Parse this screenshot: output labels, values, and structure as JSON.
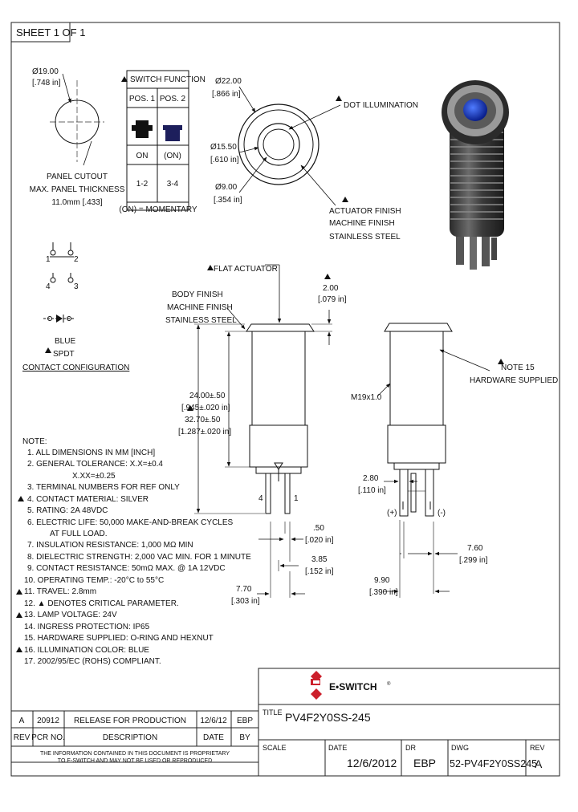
{
  "sheet": {
    "label": "SHEET 1 OF 1"
  },
  "panel_cutout": {
    "dia_mm": "Ø19.00",
    "dia_in": "[.748 in]",
    "title": "PANEL CUTOUT",
    "thickness_label": "MAX. PANEL THICKNESS",
    "thickness_value": "11.0mm [.433]"
  },
  "switch_function": {
    "title": "SWITCH FUNCTION",
    "col1": "POS. 1",
    "col2": "POS. 2",
    "state1": "ON",
    "state2": "(ON)",
    "contacts1": "1-2",
    "contacts2": "3-4",
    "note": "(ON) = MOMENTARY"
  },
  "top_view": {
    "d_outer": "Ø22.00",
    "d_outer_in": "[.866 in]",
    "d_mid": "Ø15.50",
    "d_mid_in": "[.610 in]",
    "d_inner": "Ø9.00",
    "d_inner_in": "[.354 in]",
    "dot_label": "DOT ILLUMINATION",
    "finish_1": "ACTUATOR FINISH",
    "finish_2": "MACHINE FINISH",
    "finish_3": "STAINLESS STEEL"
  },
  "contact_config": {
    "t1": "1",
    "t2": "2",
    "t4": "4",
    "t3": "3",
    "lamp": "BLUE",
    "type": "SPDT",
    "title": "CONTACT CONFIGURATION"
  },
  "side_view": {
    "flat_actuator": "FLAT ACTUATOR",
    "body_1": "BODY FINISH",
    "body_2": "MACHINE FINISH",
    "body_3": "STAINLESS STEEL",
    "h_cap": "2.00",
    "h_cap_in": "[.079 in]",
    "h_body": "24.00±.50",
    "h_body_in": "[.945±.020 in]",
    "h_total": "32.70±.50",
    "h_total_in": "[1.287±.020 in]",
    "pin_4": "4",
    "pin_1": "1",
    "pin_t": ".50",
    "pin_t_in": "[.020 in]",
    "pin_w": "3.85",
    "pin_w_in": "[.152 in]",
    "pin_sp": "7.70",
    "pin_sp_in": "[.303 in]"
  },
  "side_view_2": {
    "note15": "NOTE 15",
    "hardware": "HARDWARE SUPPLIED",
    "thread": "M19x1.0",
    "dim1": "2.80",
    "dim1_in": "[.110 in]",
    "dim2": "7.60",
    "dim2_in": "[.299 in]",
    "dim3": "9.90",
    "dim3_in": "[.390 in]",
    "plus": "(+)",
    "minus": "(-)"
  },
  "notes": {
    "heading": "NOTE:",
    "lines": [
      "1. ALL DIMENSIONS IN MM [INCH]",
      "2. GENERAL TOLERANCE: X.X=±0.4",
      "X.XX=±0.25",
      "3. TERMINAL NUMBERS FOR REF ONLY",
      "4. CONTACT MATERIAL: SILVER",
      "5. RATING: 2A 48VDC",
      "6. ELECTRIC LIFE: 50,000 MAKE-AND-BREAK CYCLES",
      "AT FULL LOAD.",
      "7. INSULATION RESISTANCE: 1,000 MΩ MIN",
      "8. DIELECTRIC STRENGTH: 2,000 VAC MIN. FOR 1 MINUTE",
      "9. CONTACT RESISTANCE: 50mΩ MAX. @ 1A 12VDC",
      "10. OPERATING TEMP.: -20°C to 55°C",
      "11. TRAVEL: 2.8mm",
      "12. ▲ DENOTES CRITICAL PARAMETER.",
      "13. LAMP VOLTAGE: 24V",
      "14. INGRESS PROTECTION: IP65",
      "15. HARDWARE SUPPLIED: O-RING AND HEXNUT",
      "16. ILLUMINATION COLOR: BLUE",
      "17. 2002/95/EC (ROHS) COMPLIANT."
    ]
  },
  "brand": {
    "name": "E•SWITCH",
    "reg": "®",
    "accent": "#cc1f2b"
  },
  "title_block": {
    "title_label": "TITLE",
    "title_value": "PV4F2Y0SS-245",
    "scale_label": "SCALE",
    "date_label": "DATE",
    "date_value": "12/6/2012",
    "dr_label": "DR",
    "dr_value": "EBP",
    "dwg_label": "DWG",
    "dwg_value": "52-PV4F2Y0SS245",
    "rev_label": "REV",
    "rev_value": "A"
  },
  "revision_table": {
    "headers": [
      "REV",
      "PCR NO.",
      "DESCRIPTION",
      "DATE",
      "BY"
    ],
    "rows": [
      [
        "A",
        "20912",
        "RELEASE FOR PRODUCTION",
        "12/6/12",
        "EBP"
      ]
    ]
  },
  "disclaimer": {
    "line1": "THE INFORMATION CONTAINED IN THIS DOCUMENT IS PROPRIETARY",
    "line2": "TO E-SWITCH AND MAY NOT BE USED OR REPRODUCED"
  }
}
